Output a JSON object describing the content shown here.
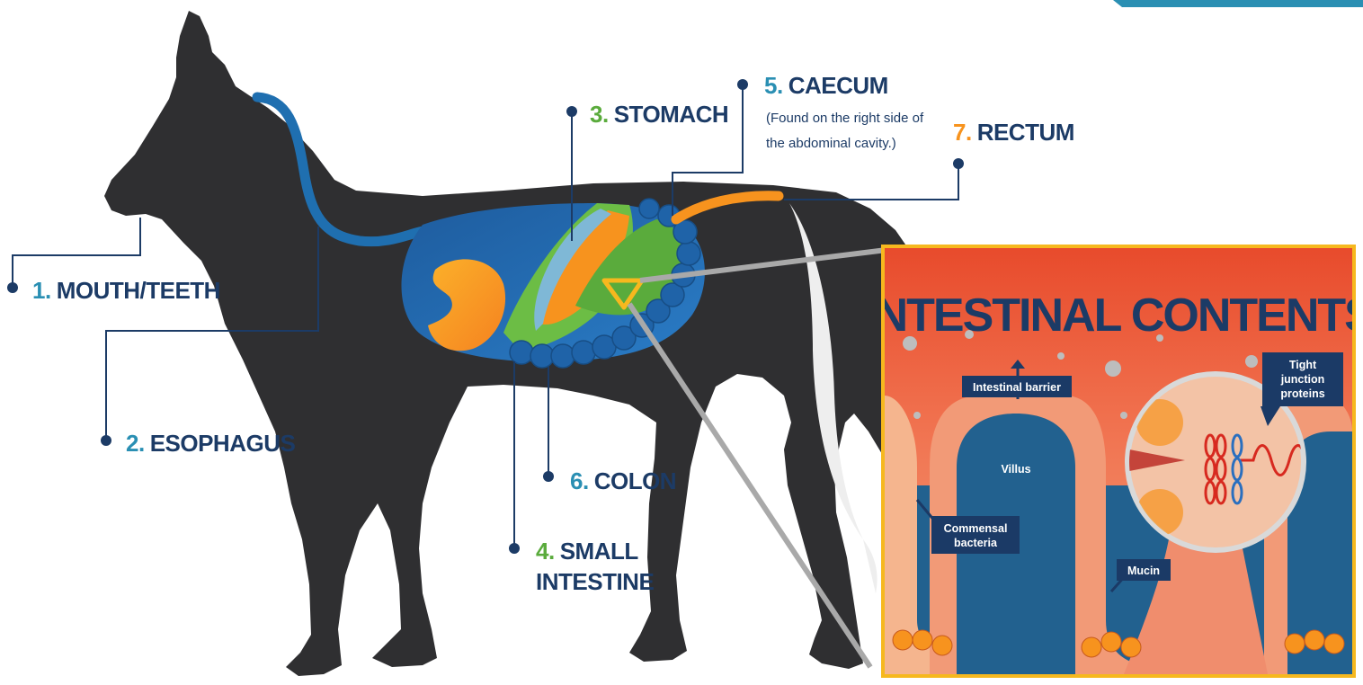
{
  "colors": {
    "navy": "#1c3b66",
    "blue": "#1f6fb0",
    "green": "#5aab3c",
    "orange": "#f7931e",
    "horse": "#2f2f31",
    "inset_border": "#f6b81e"
  },
  "labels": {
    "mouth": {
      "num": "1.",
      "text": "MOUTH/TEETH"
    },
    "esophagus": {
      "num": "2.",
      "text": "ESOPHAGUS"
    },
    "stomach": {
      "num": "3.",
      "text": "STOMACH"
    },
    "small_intestine": {
      "num": "4.",
      "text": "SMALL",
      "text2": "INTESTINE"
    },
    "caecum": {
      "num": "5.",
      "text": "CAECUM",
      "note1": "(Found on the right side of",
      "note2": "the abdominal cavity.)"
    },
    "colon": {
      "num": "6.",
      "text": "COLON"
    },
    "rectum": {
      "num": "7.",
      "text": "RECTUM"
    }
  },
  "inset": {
    "title": "INTESTINAL CONTENTS",
    "intestinal_barrier": "Intestinal barrier",
    "villus": "Villus",
    "commensal_1": "Commensal",
    "commensal_2": "bacteria",
    "mucin": "Mucin",
    "tight_1": "Tight",
    "tight_2": "junction",
    "tight_3": "proteins"
  }
}
